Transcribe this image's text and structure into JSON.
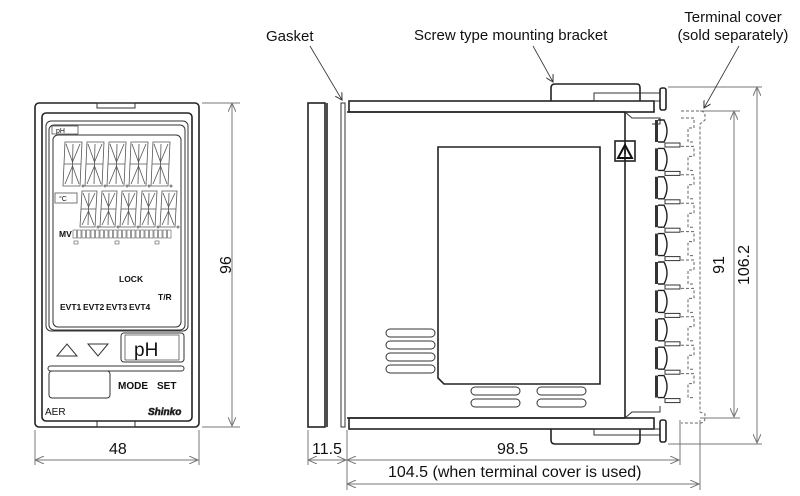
{
  "labels": {
    "gasket": "Gasket",
    "bracket": "Screw type mounting bracket",
    "terminal_cover_line1": "Terminal cover",
    "terminal_cover_line2": "(sold separately)"
  },
  "dimensions": {
    "front_width": "48",
    "front_height": "96",
    "depth_front": "11.5",
    "depth_body": "98.5",
    "depth_with_cover": "104.5 (when terminal cover is used)",
    "body_height": "91",
    "total_height": "106.2"
  },
  "front_panel": {
    "unit_top": "pH",
    "unit_side": "°C",
    "mv_label": "MV",
    "lock_label": "LOCK",
    "tr_label": "T/R",
    "events": [
      "EVT1",
      "EVT2",
      "EVT3",
      "EVT4"
    ],
    "key_display": "pH",
    "mode_label": "MODE",
    "set_label": "SET",
    "model": "AER",
    "brand": "Shinko"
  },
  "icons": {
    "warning": "warning-triangle-icon",
    "up": "up-triangle-key",
    "down": "down-triangle-key"
  }
}
